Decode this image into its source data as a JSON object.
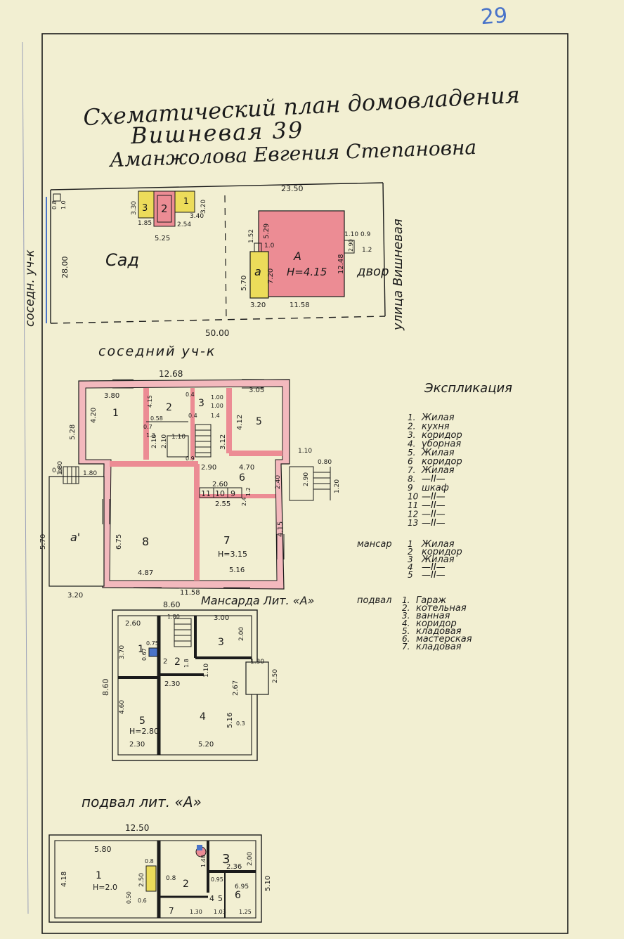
{
  "page_number": "29",
  "title": {
    "line1": "Схематический план домовладения",
    "line2": "Вишневая 39",
    "line3": "Аманжолова Евгения Степановна"
  },
  "site_plan": {
    "labels": {
      "garden": "Сад",
      "yard": "двор",
      "street": "улица Вишневая",
      "neighbor_left": "соседн. уч-к",
      "neighbor_bottom": "соседний уч-к",
      "house": "А",
      "house_height": "H=4.15",
      "annex": "а",
      "outbuilding_1": "1",
      "outbuilding_2": "2",
      "outbuilding_3": "3"
    },
    "dims": {
      "lot_left": "28.00",
      "lot_top": "23.50",
      "lot_bottom": "50.00",
      "top_left_small": "1.0",
      "ob_3_30": "3.30",
      "ob_3_20": "3.20",
      "ob_1_85": "1.85",
      "ob_5_25": "5.25",
      "ob_2_54": "2.54",
      "ob_3_40": "3.40",
      "h_5_29": "5.29",
      "h_12_48": "12.48",
      "h_11_58": "11.58",
      "h_3_20": "3.20",
      "h_5_70": "5.70",
      "h_1_52": "1.52",
      "h_1_0": "1.0",
      "h_7_20": "7.20",
      "h_1_10": "1.10",
      "h_0_9": "0.9",
      "h_1_2": "1.2",
      "h_2_90": "2.90",
      "h_0_8": "0.8"
    }
  },
  "floor_plan": {
    "dims": {
      "top": "12.68",
      "r1_w": "3.80",
      "r1_h": "4.20",
      "left_h": "5.28",
      "r2_a": "2.10",
      "r2_b": "2.10",
      "r2_c": "1.10",
      "r2_d": "0.58",
      "r2_e": "4.15",
      "r2_f": "0.7",
      "r2_g": "1.3",
      "r3_a": "0.4",
      "r3_b": "1.00",
      "r3_c": "1.00",
      "r3_d": "1.4",
      "r3_e": "0.4",
      "r3_f": "3.12",
      "r5_w": "3.05",
      "r5_h": "4.12",
      "p_0_9": "0.9",
      "p_2_90": "2.90",
      "p_4_70": "4.70",
      "p_2_40": "2.40",
      "p_2_60": "2.60",
      "p_2_55": "2.55",
      "p_2_4": "2.4",
      "p_1_2": "1.2",
      "r7_h": "4.15",
      "r7_w": "5.16",
      "r8_h": "6.75",
      "r8_w": "4.87",
      "bottom": "11.58",
      "a1_w": "3.20",
      "a1_h": "5.70",
      "a1_t": "1.80",
      "l_1_80": "1.80",
      "l_0_8": "0.8",
      "r_1_10": "1.10",
      "r_2_90": "2.90",
      "r_0_80": "0.80",
      "r_1_20": "1.20"
    },
    "rooms": {
      "r1": "1",
      "r2": "2",
      "r3": "3",
      "r5": "5",
      "r6": "6",
      "r7": "7",
      "r7_h": "H=3.15",
      "r8": "8",
      "r9": "9",
      "r10": "10",
      "r11": "11",
      "annex": "а'"
    }
  },
  "legend": {
    "title": "Экспликация",
    "main": [
      {
        "num": "1.",
        "text": "Жилая"
      },
      {
        "num": "2.",
        "text": "кухня"
      },
      {
        "num": "3.",
        "text": "коридор"
      },
      {
        "num": "4.",
        "text": "уборная"
      },
      {
        "num": "5.",
        "text": "Жилая"
      },
      {
        "num": "6",
        "text": "коридор"
      },
      {
        "num": "7.",
        "text": "Жилая"
      },
      {
        "num": "8.",
        "text": "—II—"
      },
      {
        "num": "9",
        "text": "шкаф"
      },
      {
        "num": "10",
        "text": "—II—"
      },
      {
        "num": "11",
        "text": "—II—"
      },
      {
        "num": "12",
        "text": "—II—"
      },
      {
        "num": "13",
        "text": "—II—"
      }
    ],
    "mansard_label": "мансар",
    "mansard": [
      {
        "num": "1",
        "text": "Жилая"
      },
      {
        "num": "2",
        "text": "коридор"
      },
      {
        "num": "3",
        "text": "Жилая"
      },
      {
        "num": "4",
        "text": "—II—"
      },
      {
        "num": "5",
        "text": "—II—"
      }
    ],
    "basement_label": "подвал",
    "basement": [
      {
        "num": "1.",
        "text": "Гараж"
      },
      {
        "num": "2.",
        "text": "котельная"
      },
      {
        "num": "3.",
        "text": "ванная"
      },
      {
        "num": "4.",
        "text": "коридор"
      },
      {
        "num": "5.",
        "text": "кладовая"
      },
      {
        "num": "6.",
        "text": "мастерская"
      },
      {
        "num": "7.",
        "text": "кладовая"
      }
    ]
  },
  "mansard_plan": {
    "title": "Мансарда Лит. «А»",
    "dims": {
      "top": "8.60",
      "left": "8.60",
      "r1_w": "2.60",
      "r1_h": "3.70",
      "r2_a": "0.67",
      "r2_b": "0.75",
      "r2_c": "1.80",
      "r2_d": "2",
      "r2_e": "1.8",
      "r3_w": "3.00",
      "r3_h": "2.00",
      "r4_a": "2.30",
      "r4_b": "1.10",
      "r4_c": "2.67",
      "r4_d": "5.16",
      "r4_e": "0.3",
      "r4_w": "5.20",
      "r5_h": "4.60",
      "r5_w": "2.30",
      "ext_w": "1.30",
      "ext_h": "2.50"
    },
    "rooms": {
      "r1": "1",
      "r2": "2",
      "r3": "3",
      "r4": "4",
      "r5": "5",
      "r5_h": "H=2.80"
    }
  },
  "basement_plan": {
    "title": "подвал лит. «А»",
    "dims": {
      "top": "12.50",
      "r1_w": "5.80",
      "r1_h": "4.18",
      "r_0_8": "0.8",
      "r_2_50": "2.50",
      "r_0_50": "0.50",
      "r_0_6": "0.6",
      "right": "5.10",
      "r3_a": "2.00",
      "r3_b": "2.36",
      "r4_a": "0.8",
      "r_1_30": "1.30",
      "r_1_03": "1.03",
      "r_1_25": "1.25",
      "r_0_95": "0.95",
      "r6": "6.95",
      "r_40": "1.40"
    },
    "rooms": {
      "r1": "1",
      "r1_h": "H=2.0",
      "r2": "2",
      "r3": "3",
      "r4": "4",
      "r5": "5",
      "r6": "6",
      "r7": "7"
    }
  },
  "colors": {
    "paper": "#f2efd2",
    "ink": "#1b1b1b",
    "pink": "#ec8c94",
    "pink_light": "#f3b9bd",
    "yellow": "#ecdc5a",
    "blue": "#4a74c9"
  }
}
